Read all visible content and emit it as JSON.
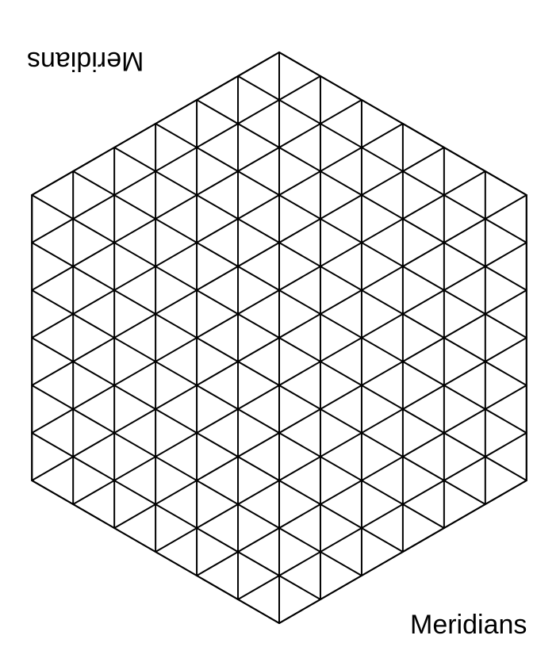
{
  "labels": {
    "top_flipped": "Meridians",
    "bottom": "Meridians"
  },
  "grid": {
    "divisions": 6,
    "stroke_color": "#000000",
    "background": "#ffffff"
  }
}
